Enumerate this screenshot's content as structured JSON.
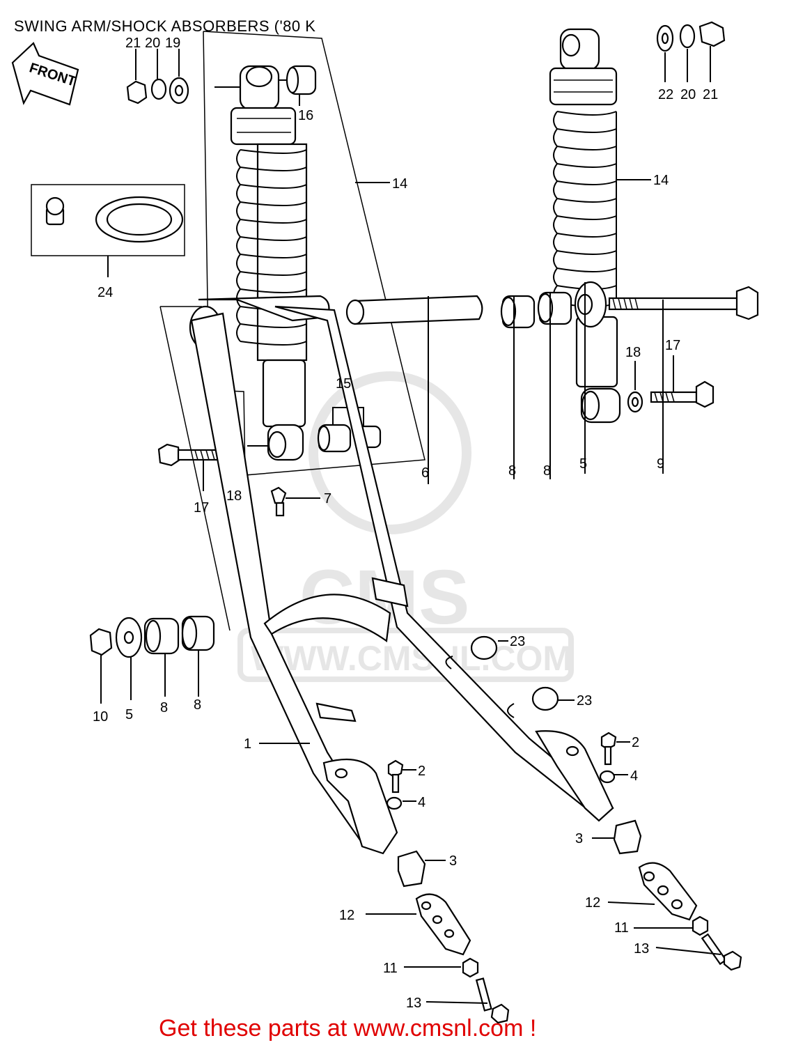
{
  "title": "SWING ARM/SHOCK ABSORBERS ('80 K",
  "front_label": "FRONT",
  "watermark": {
    "brand": "CMS",
    "url": "WWW.CMSNL.COM"
  },
  "footer": "Get these parts at www.cmsnl.com !",
  "callouts": {
    "n1": "1",
    "n2a": "2",
    "n2b": "2",
    "n3a": "3",
    "n3b": "3",
    "n4a": "4",
    "n4b": "4",
    "n5a": "5",
    "n5b": "5",
    "n6": "6",
    "n7": "7",
    "n8a": "8",
    "n8b": "8",
    "n8c": "8",
    "n8d": "8",
    "n9": "9",
    "n10": "10",
    "n11a": "11",
    "n11b": "11",
    "n12a": "12",
    "n12b": "12",
    "n13a": "13",
    "n13b": "13",
    "n14a": "14",
    "n14b": "14",
    "n15": "15",
    "n16": "16",
    "n17a": "17",
    "n17b": "17",
    "n18a": "18",
    "n18b": "18",
    "n19": "19",
    "n20a": "20",
    "n20b": "20",
    "n21a": "21",
    "n21b": "21",
    "n22": "22",
    "n23a": "23",
    "n23b": "23",
    "n24": "24"
  }
}
